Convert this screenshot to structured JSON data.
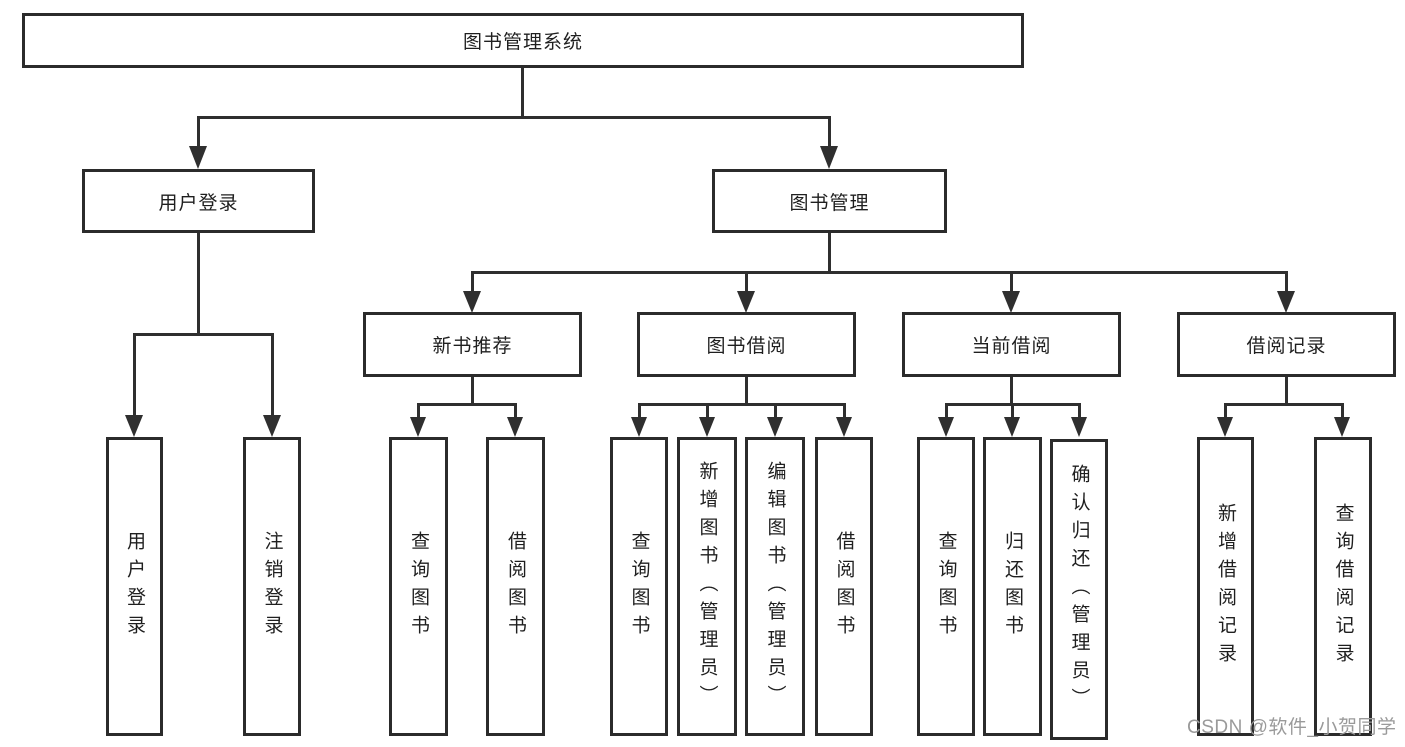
{
  "diagram_title": "图书管理系统",
  "watermark": "CSDN @软件_小贺同学",
  "colors": {
    "line": "#2f2f2f",
    "box_border": "#2b2b2b",
    "text": "#1f1f1f",
    "background": "#ffffff",
    "watermark": "#9a9a9a"
  },
  "tree": {
    "label": "图书管理系统",
    "children": [
      {
        "label": "用户登录",
        "children": [
          {
            "label": "用户登录"
          },
          {
            "label": "注销登录"
          }
        ]
      },
      {
        "label": "图书管理",
        "children": [
          {
            "label": "新书推荐",
            "children": [
              {
                "label": "查询图书"
              },
              {
                "label": "借阅图书"
              }
            ]
          },
          {
            "label": "图书借阅",
            "children": [
              {
                "label": "查询图书"
              },
              {
                "label": "新增图书（管理员）"
              },
              {
                "label": "编辑图书（管理员）"
              },
              {
                "label": "借阅图书"
              }
            ]
          },
          {
            "label": "当前借阅",
            "children": [
              {
                "label": "查询图书"
              },
              {
                "label": "归还图书"
              },
              {
                "label": "确认归还（管理员）"
              }
            ]
          },
          {
            "label": "借阅记录",
            "children": [
              {
                "label": "新增借阅记录"
              },
              {
                "label": "查询借阅记录"
              }
            ]
          }
        ]
      }
    ]
  }
}
